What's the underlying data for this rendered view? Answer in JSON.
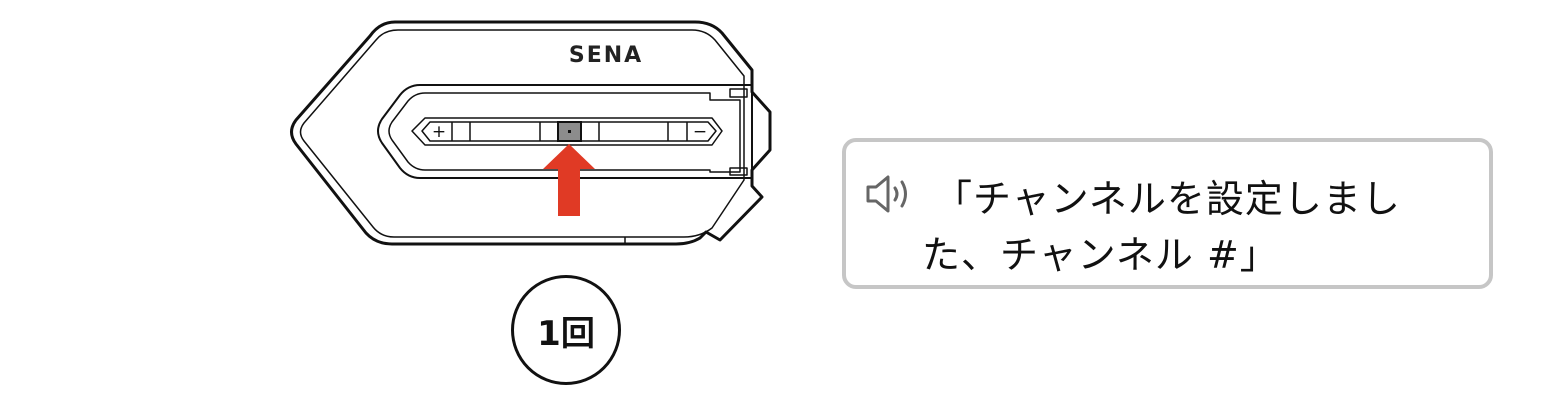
{
  "device": {
    "brand_logo": "SENA",
    "plus_label": "+",
    "minus_label": "−"
  },
  "press_indicator": {
    "arrow_color": "#e03a25",
    "button_color": "#8c8c8c"
  },
  "press_count": "1回",
  "voice_prompt": {
    "icon": "speaker-icon",
    "line1": "「チャンネルを設定しまし",
    "line2": "た、チャンネル #」"
  }
}
